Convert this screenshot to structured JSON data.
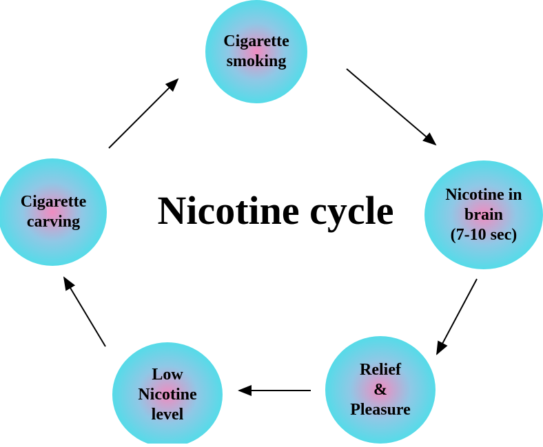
{
  "title": "Nicotine cycle",
  "nodes": [
    {
      "label": "Cigarette\nsmoking"
    },
    {
      "label": "Nicotine in\nbrain\n(7-10 sec)"
    },
    {
      "label": "Relief\n&\nPleasure"
    },
    {
      "label": "Low\nNicotine\nlevel"
    },
    {
      "label": "Cigarette\ncarving"
    }
  ],
  "colors": {
    "center": "#f08cc0",
    "edge": "#55dbe8"
  }
}
